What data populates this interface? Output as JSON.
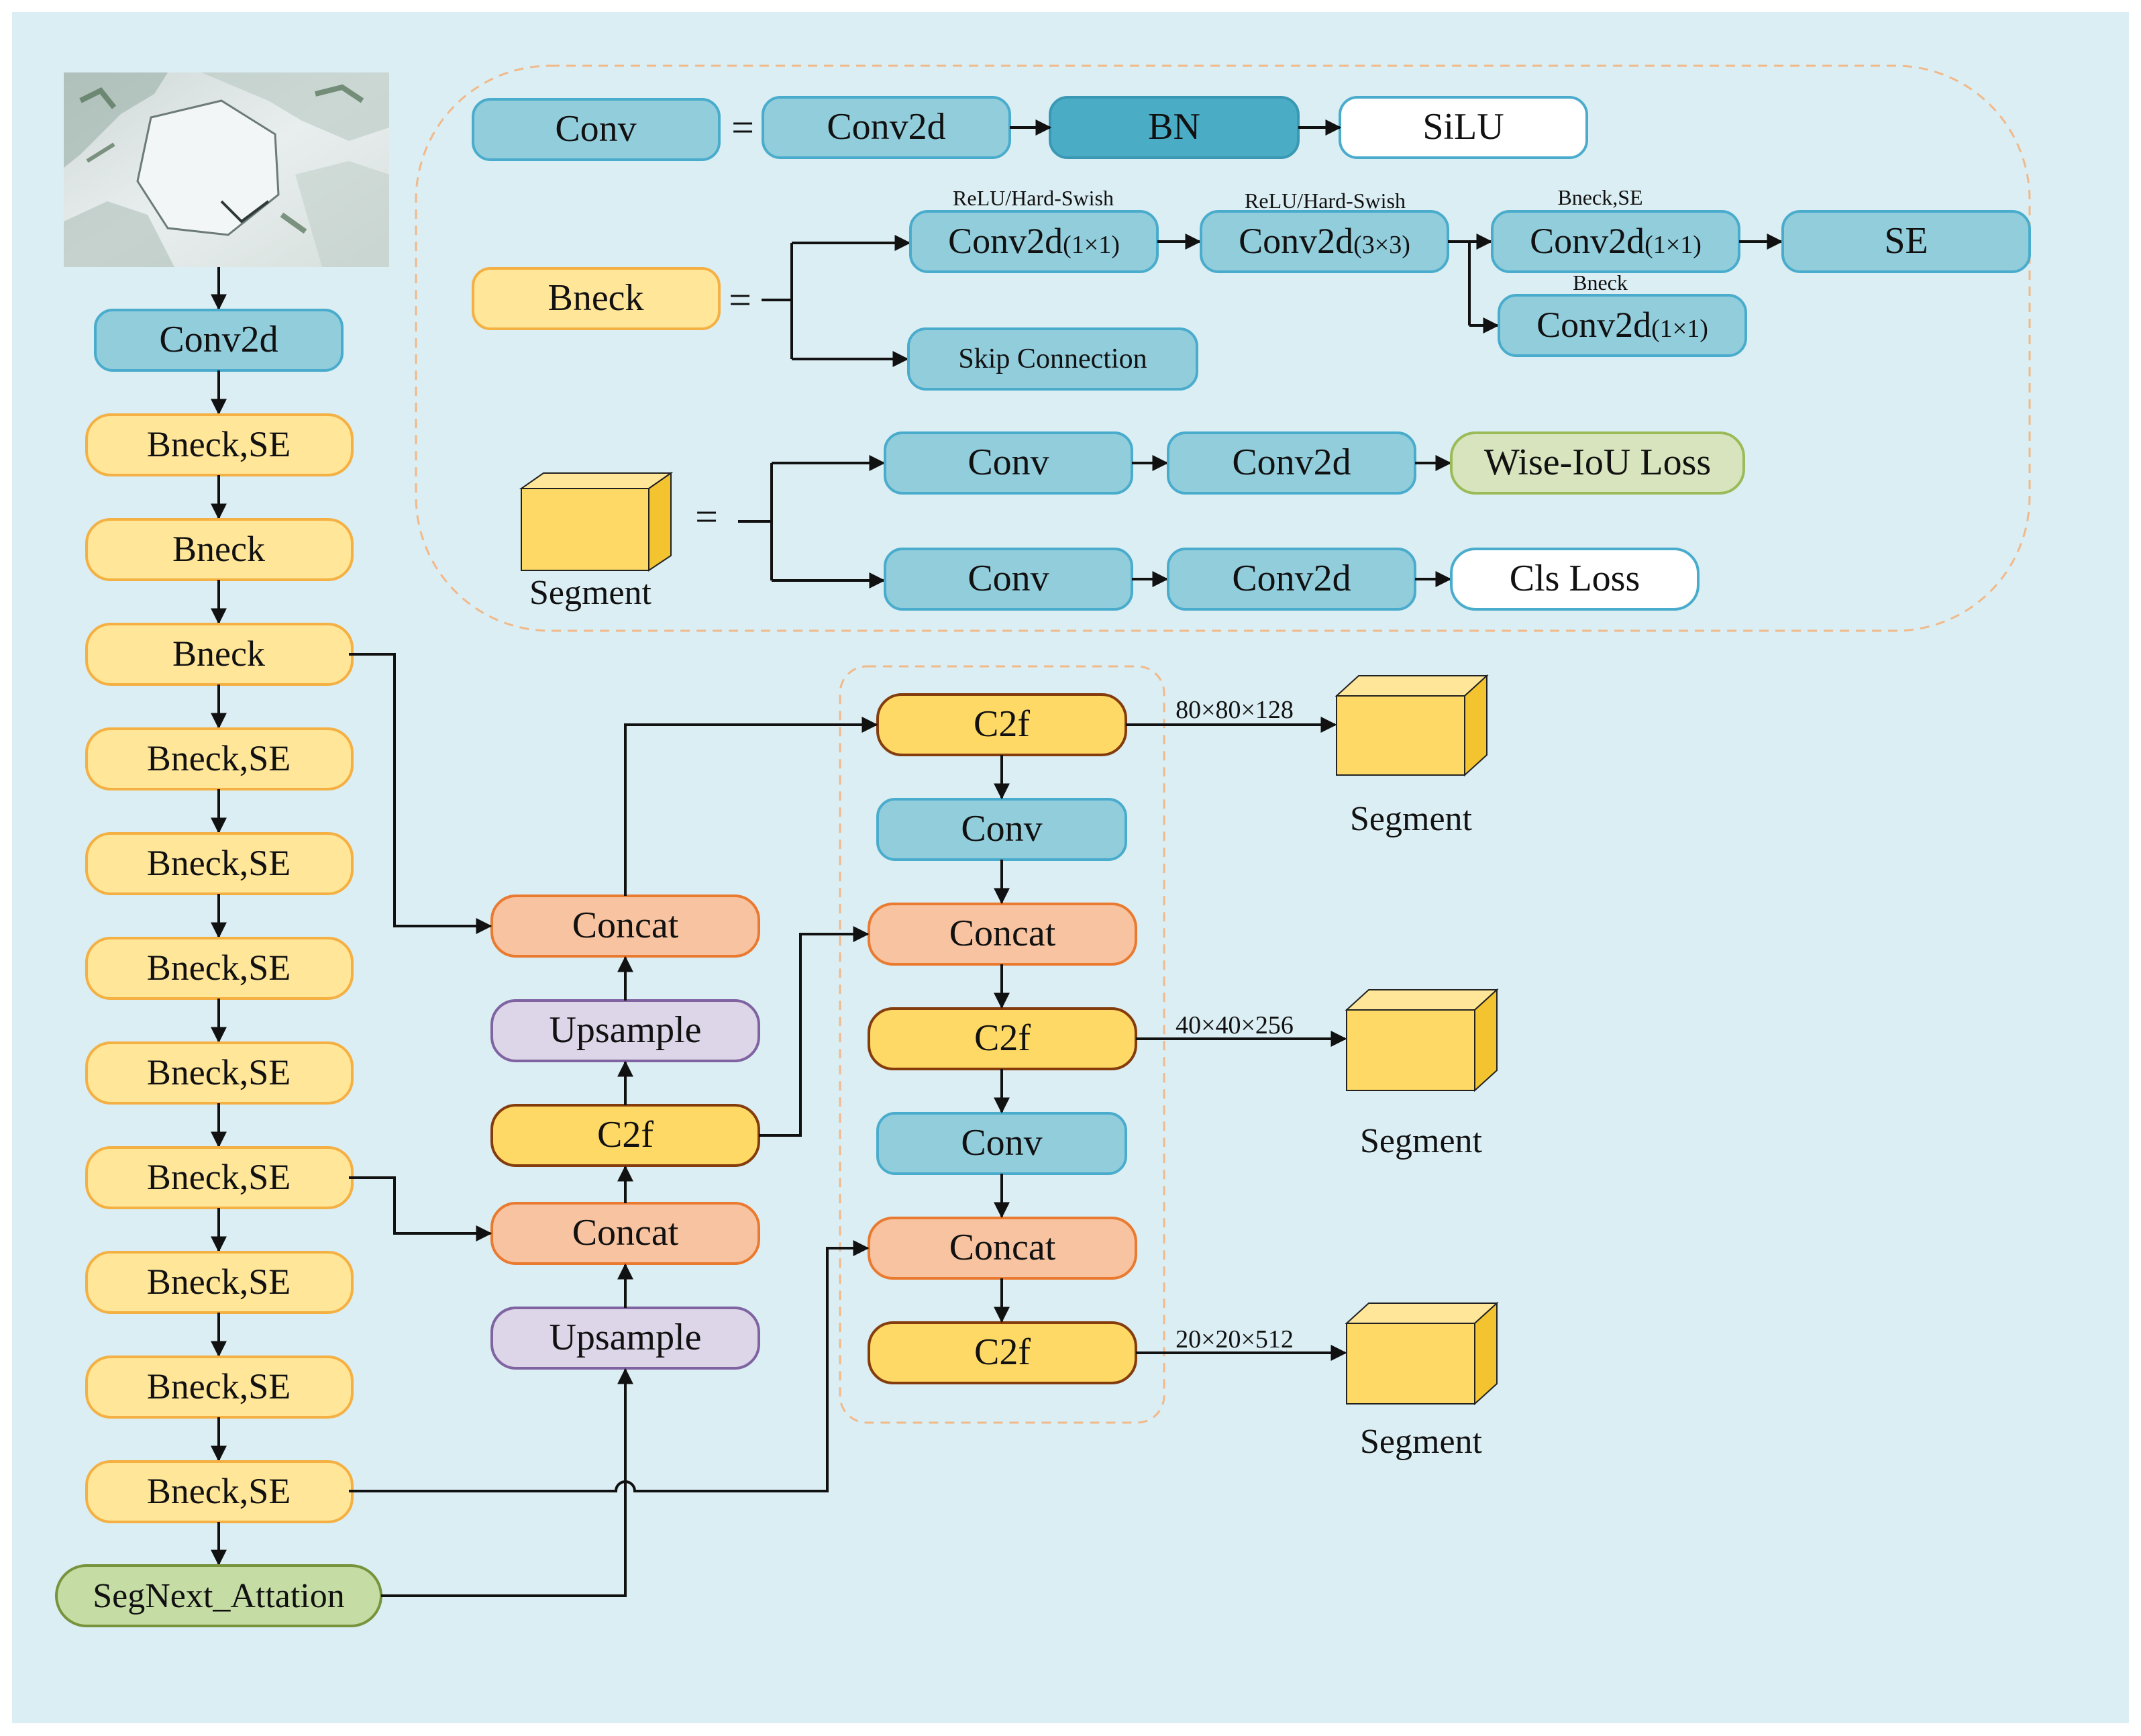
{
  "colors": {
    "background": "#dbeef3",
    "conv_fill": "#92cddc",
    "conv_stroke": "#4aaccc",
    "bn_fill": "#4bacc6",
    "bneck_fill": "#ffe699",
    "bneck_stroke": "#f4b042",
    "concat_fill": "#f8c3a0",
    "concat_stroke": "#e97a30",
    "upsample_fill": "#ddd5e8",
    "upsample_stroke": "#8064a2",
    "c2f_fill": "#ffd966",
    "c2f_stroke": "#843c0c",
    "attention_fill": "#c5dca4",
    "attention_stroke": "#77933c",
    "loss_green_fill": "#d7e4bd",
    "cube_front": "#ffd966",
    "cube_side": "#f4c430",
    "cube_top": "#ffe699",
    "dashed": "#f1b98a"
  },
  "legend": {
    "conv": {
      "label": "Conv",
      "eq": "=",
      "steps": [
        "Conv2d",
        "BN",
        "SiLU"
      ]
    },
    "bneck": {
      "label": "Bneck",
      "eq": "=",
      "conv_a": {
        "main": "Conv2d",
        "sub": "(1×1)",
        "note": "ReLU/Hard-Swish"
      },
      "conv_b": {
        "main": "Conv2d",
        "sub": "(3×3)",
        "note": "ReLU/Hard-Swish"
      },
      "conv_c": {
        "main": "Conv2d",
        "sub": "(1×1)",
        "note": "Bneck,SE"
      },
      "conv_d": {
        "main": "Conv2d",
        "sub": "(1×1)",
        "note": "Bneck"
      },
      "se": "SE",
      "skip": "Skip Connection"
    },
    "segment": {
      "label": "Segment",
      "eq": "=",
      "branch1": [
        "Conv",
        "Conv2d",
        "Wise-IoU Loss"
      ],
      "branch2": [
        "Conv",
        "Conv2d",
        "Cls Loss"
      ]
    }
  },
  "backbone": {
    "first": "Conv2d",
    "blocks": [
      "Bneck,SE",
      "Bneck",
      "Bneck",
      "Bneck,SE",
      "Bneck,SE",
      "Bneck,SE",
      "Bneck,SE",
      "Bneck,SE",
      "Bneck,SE",
      "Bneck,SE",
      "Bneck,SE"
    ],
    "attention": "SegNext_Attation"
  },
  "neck": {
    "concat_top": "Concat",
    "upsample_top": "Upsample",
    "c2f_mid": "C2f",
    "concat_bottom": "Concat",
    "upsample_bottom": "Upsample"
  },
  "head": {
    "c2f_1": "C2f",
    "conv_1": "Conv",
    "concat_1": "Concat",
    "c2f_2": "C2f",
    "conv_2": "Conv",
    "concat_2": "Concat",
    "c2f_3": "C2f"
  },
  "outputs": [
    {
      "dim": "80×80×128",
      "label": "Segment"
    },
    {
      "dim": "40×40×256",
      "label": "Segment"
    },
    {
      "dim": "20×20×512",
      "label": "Segment"
    }
  ]
}
